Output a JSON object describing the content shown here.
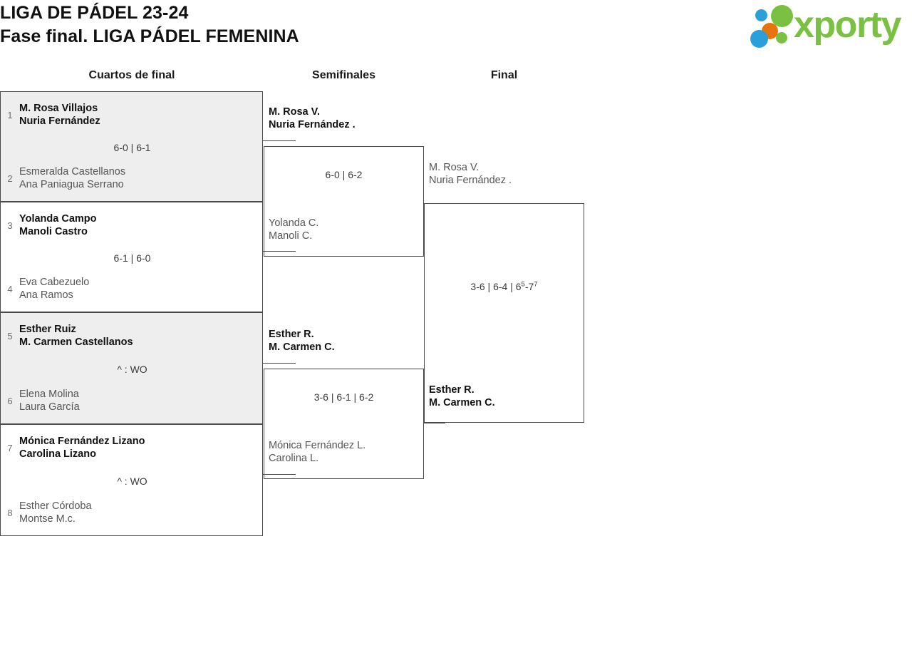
{
  "header": {
    "title_line1": "LIGA DE PÁDEL 23-24",
    "title_line2": "Fase final. LIGA PÁDEL FEMENINA",
    "logo_text": "xporty"
  },
  "rounds": [
    {
      "label": "Cuartos de final"
    },
    {
      "label": "Semifinales"
    },
    {
      "label": "Final"
    }
  ],
  "quarterfinals": [
    {
      "top": {
        "seed": "1",
        "player1": "M. Rosa Villajos",
        "player2": "Nuria Fernández",
        "outcome": "winner"
      },
      "bottom": {
        "seed": "2",
        "player1": "Esmeralda Castellanos",
        "player2": "Ana Paniagua Serrano",
        "outcome": "loser"
      },
      "score": "6-0 | 6-1"
    },
    {
      "top": {
        "seed": "3",
        "player1": "Yolanda Campo",
        "player2": "Manoli Castro",
        "outcome": "winner"
      },
      "bottom": {
        "seed": "4",
        "player1": "Eva Cabezuelo",
        "player2": "Ana Ramos",
        "outcome": "loser"
      },
      "score": "6-1 | 6-0"
    },
    {
      "top": {
        "seed": "5",
        "player1": "Esther Ruiz",
        "player2": "M. Carmen Castellanos",
        "outcome": "winner"
      },
      "bottom": {
        "seed": "6",
        "player1": "Elena Molina",
        "player2": "Laura García",
        "outcome": "loser"
      },
      "score": "^ : WO"
    },
    {
      "top": {
        "seed": "7",
        "player1": "Mónica Fernández Lizano",
        "player2": "Carolina Lizano",
        "outcome": "winner"
      },
      "bottom": {
        "seed": "8",
        "player1": "Esther Córdoba",
        "player2": "Montse M.c.",
        "outcome": "loser"
      },
      "score": "^ : WO"
    }
  ],
  "semifinals": [
    {
      "top": {
        "player1": "M. Rosa V.",
        "player2": "Nuria Fernández .",
        "outcome": "winner"
      },
      "bottom": {
        "player1": "Yolanda C.",
        "player2": "Manoli C.",
        "outcome": "loser"
      },
      "score": "6-0 | 6-2"
    },
    {
      "top": {
        "player1": "Esther R.",
        "player2": "M. Carmen C.",
        "outcome": "winner"
      },
      "bottom": {
        "player1": "Mónica Fernández L.",
        "player2": "Carolina L.",
        "outcome": "loser"
      },
      "score": "3-6 | 6-1 | 6-2"
    }
  ],
  "final": {
    "top": {
      "player1": "M. Rosa V.",
      "player2": "Nuria Fernández .",
      "outcome": "loser"
    },
    "bottom": {
      "player1": "Esther R.",
      "player2": "M. Carmen C.",
      "outcome": "winner"
    },
    "score_parts": {
      "sets": "3-6 | 6-4 | 6",
      "tb1": "5",
      "mid": "-7",
      "tb2": "7"
    }
  },
  "colors": {
    "brand_green": "#7ac143",
    "brand_blue": "#2a9fd8",
    "brand_orange": "#e8740c",
    "box_shade": "#eeeeee",
    "border": "#4a4a4a"
  }
}
